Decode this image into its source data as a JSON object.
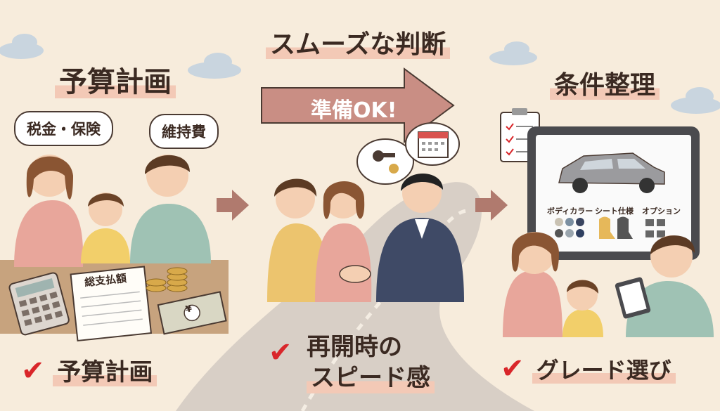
{
  "left_section": {
    "title": "予算計画",
    "bubble_1": "税金・保険",
    "bubble_2": "維持費",
    "notebook_label": "総支払額",
    "yen_symbol": "¥",
    "check_text": "予算計画"
  },
  "middle_section": {
    "title": "スムーズな判断",
    "banner_text": "準備OK!",
    "check_text_line1": "再開時の",
    "check_text_line2": "スピード感"
  },
  "right_section": {
    "title": "条件整理",
    "option_1": "ボディカラー",
    "option_2": "シート仕様",
    "option_3": "オプション",
    "check_text": "グレード選び"
  },
  "check_mark": "✔",
  "colors": {
    "background": "#f7ecdc",
    "highlight": "#f3c9b6",
    "check": "#d9262a",
    "banner": "#c98e84"
  }
}
